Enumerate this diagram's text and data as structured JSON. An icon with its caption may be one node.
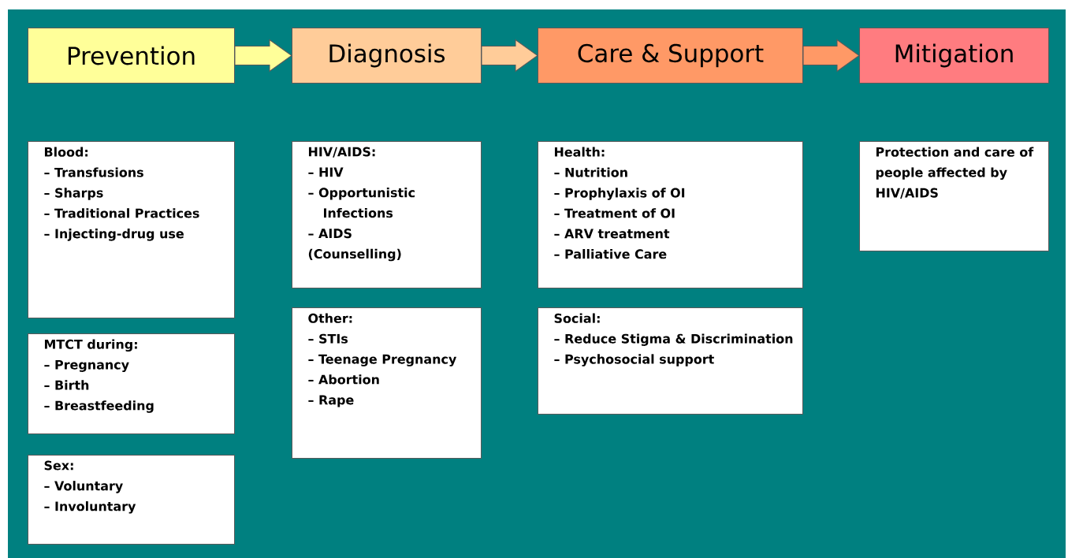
{
  "diagram": {
    "nodes": [
      {
        "text": [
          "Prevention"
        ]
      },
      {
        "text": [
          "Diagnosis"
        ]
      },
      {
        "text": [
          "Care & Support"
        ]
      },
      {
        "text": [
          "Mitigation"
        ]
      },
      {
        "text": [
          "Blood:",
          "– Transfusions",
          "– Sharps",
          "– Traditional Practices",
          "– Injecting-drug use"
        ]
      },
      {
        "text": [
          "MTCT during:",
          "– Pregnancy",
          "– Birth",
          "– Breastfeeding"
        ]
      },
      {
        "text": [
          "Sex:",
          "– Voluntary",
          "– Involuntary"
        ]
      },
      {
        "text": [
          "HIV/AIDS:",
          "– HIV",
          "– Opportunistic Infections",
          "– AIDS",
          "(Counselling)"
        ]
      },
      {
        "text": [
          "Other:",
          "– STIs",
          "– Teenage Pregnancy",
          "– Abortion",
          "– Rape"
        ]
      },
      {
        "text": [
          "Health:",
          "– Nutrition",
          "– Prophylaxis of OI",
          "– Treatment of OI",
          "– ARV treatment",
          "– Palliative Care"
        ]
      },
      {
        "text": [
          "Social:",
          "– Reduce Stigma & Discrimination",
          "– Psychosocial support"
        ]
      },
      {
        "text": [
          "Protection and care of people affected by HIV/AIDS"
        ]
      }
    ],
    "edges": [
      {
        "from": 0,
        "to": 1,
        "arrow": "to"
      },
      {
        "from": 1,
        "to": 2,
        "arrow": "to"
      },
      {
        "from": 2,
        "to": 3,
        "arrow": "to"
      }
    ]
  }
}
